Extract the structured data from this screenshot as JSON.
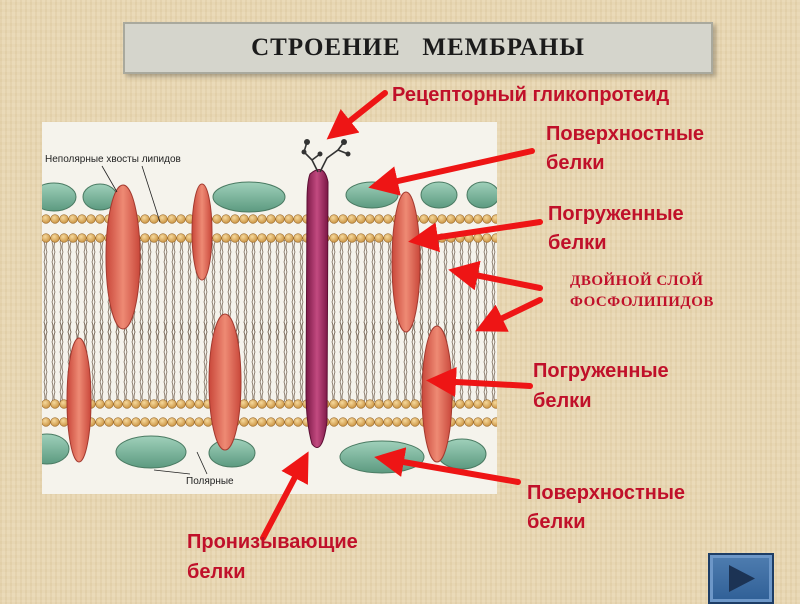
{
  "title": "СТРОЕНИЕ   МЕМБРАНЫ",
  "diagram": {
    "label_tails": "Неполярные хвосты липидов",
    "label_polar": "Полярные"
  },
  "labels": {
    "glycoprotein": "Рецепторный гликопротеид",
    "surface_top_1": "Поверхностные",
    "surface_top_2": "белки",
    "embedded_top_1": "Погруженные",
    "embedded_top_2": "белки",
    "bilayer_1": "ДВОЙНОЙ СЛОЙ",
    "bilayer_2": "ФОСФОЛИПИДОВ",
    "embedded_bottom_1": "Погруженные",
    "embedded_bottom_2": "белки",
    "surface_bottom_1": "Поверхностные",
    "surface_bottom_2": "белки",
    "transmembrane_1": "Пронизывающие",
    "transmembrane_2": "белки"
  },
  "colors": {
    "label_red": "#c0102a",
    "arrow_red": "#ee1515",
    "surface_protein": "#74b49a",
    "embedded_protein": "#df6a5a",
    "transmembrane_protein": "#a4235c",
    "lipid_head": "#e3b46a"
  },
  "icons": {
    "nav": "play-right-icon"
  }
}
